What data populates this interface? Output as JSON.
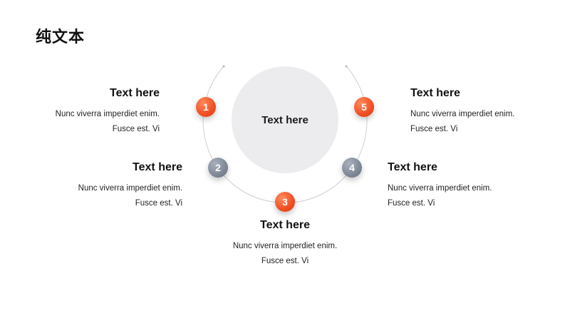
{
  "title": "纯文本",
  "hub": {
    "label": "Text here"
  },
  "colors": {
    "accent": "#f04e23",
    "muted": "#7d8796",
    "hub": "#ececee",
    "arc": "#cfcfcf"
  },
  "items": [
    {
      "number": "1",
      "heading": "Text here",
      "line1": "Nunc viverra  imperdiet enim.",
      "line2": "Fusce est. Vi",
      "tone": "orange"
    },
    {
      "number": "2",
      "heading": "Text here",
      "line1": "Nunc viverra  imperdiet enim.",
      "line2": "Fusce est. Vi",
      "tone": "gray"
    },
    {
      "number": "3",
      "heading": "Text here",
      "line1": "Nunc viverra  imperdiet enim.",
      "line2": "Fusce est. Vi",
      "tone": "orange"
    },
    {
      "number": "4",
      "heading": "Text here",
      "line1": "Nunc viverra  imperdiet enim.",
      "line2": "Fusce est. Vi",
      "tone": "gray"
    },
    {
      "number": "5",
      "heading": "Text here",
      "line1": "Nunc viverra  imperdiet enim.",
      "line2": "Fusce est. Vi",
      "tone": "orange"
    }
  ]
}
